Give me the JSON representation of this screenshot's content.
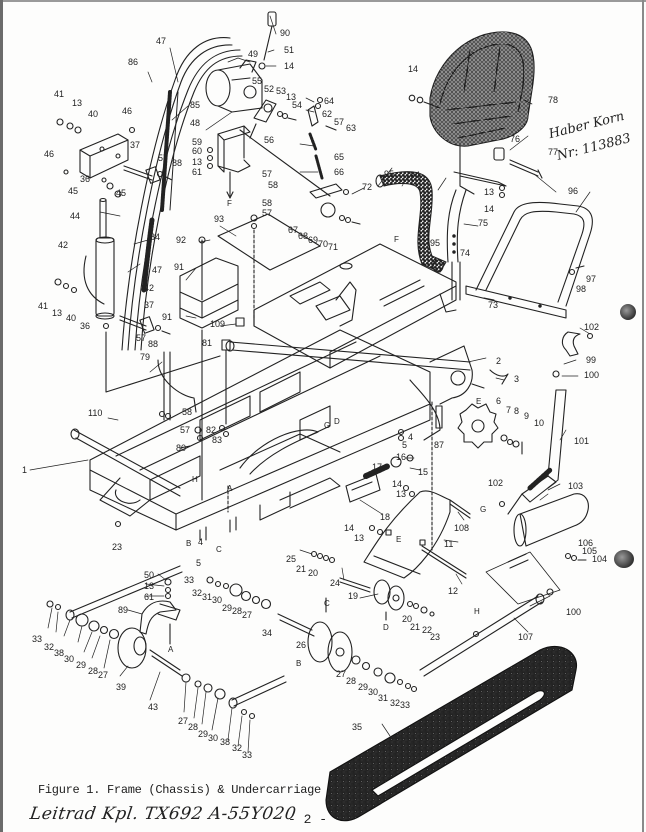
{
  "document": {
    "caption": "Figure 1.  Frame (Chassis) & Undercarriage",
    "handwritten_footer": "Leitrad Kpl. TX692 A-55Y020",
    "page_number": "- 2 -",
    "handwritten_note_line1": "Haber Korn",
    "handwritten_note_line2": "Nr: 113883",
    "note_leader_label": "76"
  },
  "colors": {
    "ink": "#222222",
    "paper": "#fdfdfc",
    "track": "#2a2a2a"
  },
  "callouts": {
    "c90": "90",
    "c51": "51",
    "c14a": "14",
    "c49": "49",
    "c47a": "47",
    "c86": "86",
    "c55": "55",
    "c52": "52",
    "c53": "53",
    "c13a": "13",
    "c54": "54",
    "c64": "64",
    "c62": "62",
    "c57a": "57",
    "c63": "63",
    "c85": "85",
    "c48": "48",
    "c56": "56",
    "c59": "59",
    "c60": "60",
    "c13b": "13",
    "c61a": "61",
    "c57b": "57",
    "c58a": "58",
    "c65": "65",
    "c66": "66",
    "c41a": "41",
    "c13c": "13",
    "c40a": "40",
    "c46a": "46",
    "c46b": "46",
    "c37a": "37",
    "c67a": "67",
    "c88a": "88",
    "c36a": "36",
    "c45a": "45",
    "c45b": "45",
    "c14b": "14",
    "c78": "78",
    "c76": "76",
    "c77": "77",
    "c13d": "13",
    "c14c": "14",
    "c58b": "58",
    "c57c": "57",
    "c72": "72",
    "c95a": "95",
    "c94": "94",
    "c67b": "67",
    "c68": "68",
    "c69": "69",
    "c70": "70",
    "c71": "71",
    "c44": "44",
    "c84": "84",
    "c42a": "42",
    "c47b": "47",
    "c42b": "42",
    "c41b": "41",
    "c13e": "13",
    "c40b": "40",
    "c36b": "36",
    "c37b": "37",
    "c57d": "57",
    "c88b": "88",
    "c92": "92",
    "c93": "93",
    "c91a": "91",
    "c91b": "91",
    "c109": "109",
    "c81": "81",
    "c79": "79",
    "c96": "96",
    "c75": "75",
    "c95b": "95",
    "c74": "74",
    "c73": "73",
    "c97": "97",
    "c98": "98",
    "c2": "2",
    "c3": "3",
    "c102a": "102",
    "c99": "99",
    "c100a": "100",
    "c101": "101",
    "c110": "110",
    "c58c": "58",
    "c57e": "57",
    "c82": "82",
    "c83": "83",
    "c80": "80",
    "c1": "1",
    "c23a": "23",
    "c4a": "4",
    "c5a": "5",
    "c87": "87",
    "c6": "6",
    "c7": "7",
    "c8": "8",
    "c9": "9",
    "c10": "10",
    "c16": "16",
    "c15": "15",
    "c17": "17",
    "c14d": "14",
    "c13f": "13",
    "c18": "18",
    "c108": "108",
    "c11": "11",
    "c12": "12",
    "c14e": "14",
    "c13g": "13",
    "c102b": "102",
    "c103": "103",
    "c106": "106",
    "c105": "105",
    "c104": "104",
    "c4b": "4",
    "c5b": "5",
    "c25": "25",
    "c21a": "21",
    "c20a": "20",
    "c24": "24",
    "c19": "19",
    "c20b": "20",
    "c21b": "21",
    "c22": "22",
    "c23b": "23",
    "c50": "50",
    "c13h": "13",
    "c61b": "61",
    "c89": "89",
    "c33a": "33",
    "c32a": "32",
    "c31a": "31",
    "c30a": "30",
    "c29a": "29",
    "c28a": "28",
    "c27a": "27",
    "c34": "34",
    "c33b": "33",
    "c32b": "32",
    "c38a": "38",
    "c30b": "30",
    "c29b": "29",
    "c28b": "28",
    "c27b": "27",
    "c39": "39",
    "c43": "43",
    "c27c": "27",
    "c28c": "28",
    "c29c": "29",
    "c30c": "30",
    "c38b": "38",
    "c32c": "32",
    "c33c": "33",
    "c26": "26",
    "c27d": "27",
    "c28d": "28",
    "c29d": "29",
    "c30d": "30",
    "c31b": "31",
    "c32d": "32",
    "c33d": "33",
    "c100b": "100",
    "c107": "107",
    "c35": "35"
  },
  "reference_letters": {
    "F1": "F",
    "F2": "F",
    "E1": "E",
    "E2": "E",
    "G1": "G",
    "G2": "G",
    "D1": "D",
    "D2": "D",
    "H1": "H",
    "H2": "H",
    "A1": "A",
    "A2": "A",
    "B1": "B",
    "B2": "B",
    "C1": "C",
    "C2": "C"
  }
}
